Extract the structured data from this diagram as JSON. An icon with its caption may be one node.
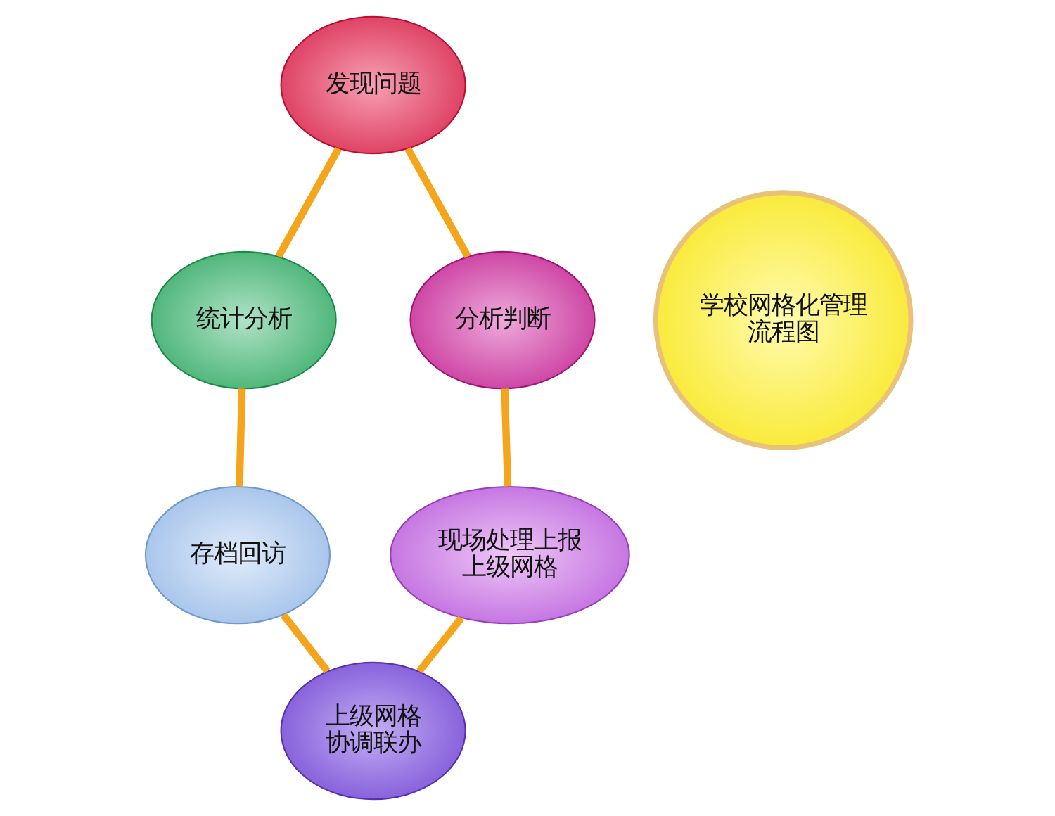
{
  "diagram": {
    "nodes": [
      {
        "text": [
          "发现问题"
        ]
      },
      {
        "text": [
          "统计分析"
        ]
      },
      {
        "text": [
          "分析判断"
        ]
      },
      {
        "text": [
          "学校网格化管理流程图"
        ]
      },
      {
        "text": [
          "存档回访"
        ]
      },
      {
        "text": [
          "现场处理上报上级网格"
        ]
      },
      {
        "text": [
          "上级网格协调联办"
        ]
      }
    ],
    "edges": [
      {
        "from": 0,
        "to": 1,
        "arrow": "none"
      },
      {
        "from": 0,
        "to": 2,
        "arrow": "none"
      },
      {
        "from": 1,
        "to": 4,
        "arrow": "none"
      },
      {
        "from": 2,
        "to": 5,
        "arrow": "none"
      },
      {
        "from": 4,
        "to": 6,
        "arrow": "none"
      },
      {
        "from": 5,
        "to": 6,
        "arrow": "none"
      }
    ]
  }
}
